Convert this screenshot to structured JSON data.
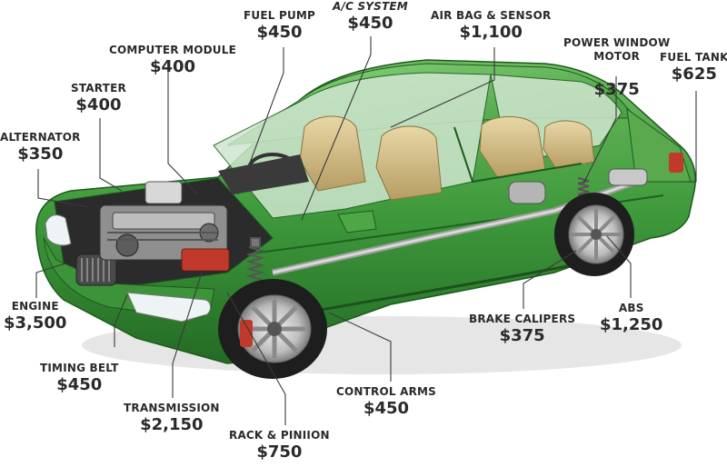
{
  "parts": [
    {
      "id": "fuel-pump",
      "name": "FUEL PUMP",
      "price": "$450"
    },
    {
      "id": "ac-system",
      "name": "A/C SYSTEM",
      "price": "$450"
    },
    {
      "id": "air-bag-sensor",
      "name": "AIR BAG & SENSOR",
      "price": "$1,100"
    },
    {
      "id": "power-window-motor",
      "name": "POWER WINDOW\nMOTOR",
      "price": "$375"
    },
    {
      "id": "fuel-tank",
      "name": "FUEL TANK",
      "price": "$625"
    },
    {
      "id": "computer-module",
      "name": "COMPUTER MODULE",
      "price": "$400"
    },
    {
      "id": "starter",
      "name": "STARTER",
      "price": "$400"
    },
    {
      "id": "alternator",
      "name": "ALTERNATOR",
      "price": "$350"
    },
    {
      "id": "engine",
      "name": "ENGINE",
      "price": "$3,500"
    },
    {
      "id": "timing-belt",
      "name": "TIMING BELT",
      "price": "$450"
    },
    {
      "id": "transmission",
      "name": "TRANSMISSION",
      "price": "$2,150"
    },
    {
      "id": "rack-pinion",
      "name": "RACK & PINIION",
      "price": "$750"
    },
    {
      "id": "control-arms",
      "name": "CONTROL ARMS",
      "price": "$450"
    },
    {
      "id": "brake-calipers",
      "name": "BRAKE CALIPERS",
      "price": "$375"
    },
    {
      "id": "abs",
      "name": "ABS",
      "price": "$1,250"
    }
  ],
  "colors": {
    "body": "#3f9a3c",
    "body_dark": "#256f26",
    "body_light": "#7cc86f",
    "interior": "#d9c48f",
    "chrome": "#c9c9c9",
    "label": "#2a2a2a"
  }
}
